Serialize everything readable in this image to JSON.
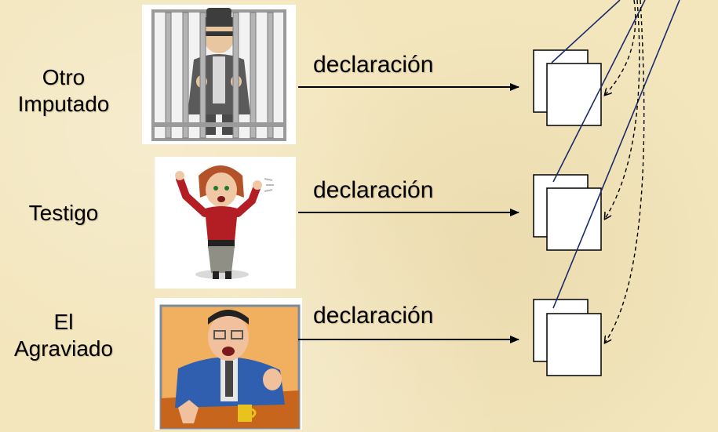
{
  "rows": [
    {
      "label_lines": [
        "Otro",
        "Imputado"
      ],
      "arrow_label": "declaración",
      "picture_icon": "prisoner-behind-bars-icon"
    },
    {
      "label_lines": [
        "Testigo"
      ],
      "arrow_label": "declaración",
      "picture_icon": "distressed-woman-icon"
    },
    {
      "label_lines": [
        "El",
        "Agraviado"
      ],
      "arrow_label": "declaración",
      "picture_icon": "angry-man-at-desk-icon"
    }
  ],
  "colors": {
    "background": "#f3e6bd",
    "solid_line": "#1b2a6b",
    "dashed_line": "#000000"
  }
}
